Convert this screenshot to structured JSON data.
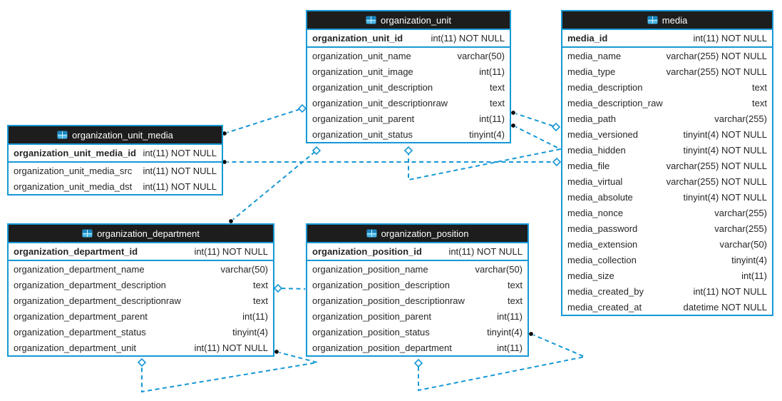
{
  "diagram": {
    "colors": {
      "accent_blue": "#1598d5",
      "header_bg": "#1d1d1d",
      "row_bg": "#ffffff",
      "text": "#262626",
      "endpoint_dot": "#0b0b0b"
    },
    "tables": [
      {
        "id": "organization_unit",
        "title": "organization_unit",
        "primary_key": {
          "name": "organization_unit_id",
          "type": "int(11) NOT NULL"
        },
        "columns": [
          {
            "name": "organization_unit_name",
            "type": "varchar(50)"
          },
          {
            "name": "organization_unit_image",
            "type": "int(11)"
          },
          {
            "name": "organization_unit_description",
            "type": "text"
          },
          {
            "name": "organization_unit_descriptionraw",
            "type": "text"
          },
          {
            "name": "organization_unit_parent",
            "type": "int(11)"
          },
          {
            "name": "organization_unit_status",
            "type": "tinyint(4)"
          }
        ]
      },
      {
        "id": "media",
        "title": "media",
        "primary_key": {
          "name": "media_id",
          "type": "int(11) NOT NULL"
        },
        "columns": [
          {
            "name": "media_name",
            "type": "varchar(255) NOT NULL"
          },
          {
            "name": "media_type",
            "type": "varchar(255) NOT NULL"
          },
          {
            "name": "media_description",
            "type": "text"
          },
          {
            "name": "media_description_raw",
            "type": "text"
          },
          {
            "name": "media_path",
            "type": "varchar(255)"
          },
          {
            "name": "media_versioned",
            "type": "tinyint(4) NOT NULL"
          },
          {
            "name": "media_hidden",
            "type": "tinyint(4) NOT NULL"
          },
          {
            "name": "media_file",
            "type": "varchar(255) NOT NULL"
          },
          {
            "name": "media_virtual",
            "type": "varchar(255) NOT NULL"
          },
          {
            "name": "media_absolute",
            "type": "tinyint(4) NOT NULL"
          },
          {
            "name": "media_nonce",
            "type": "varchar(255)"
          },
          {
            "name": "media_password",
            "type": "varchar(255)"
          },
          {
            "name": "media_extension",
            "type": "varchar(50)"
          },
          {
            "name": "media_collection",
            "type": "tinyint(4)"
          },
          {
            "name": "media_size",
            "type": "int(11)"
          },
          {
            "name": "media_created_by",
            "type": "int(11) NOT NULL"
          },
          {
            "name": "media_created_at",
            "type": "datetime NOT NULL"
          }
        ]
      },
      {
        "id": "organization_unit_media",
        "title": "organization_unit_media",
        "primary_key": {
          "name": "organization_unit_media_id",
          "type": "int(11) NOT NULL"
        },
        "columns": [
          {
            "name": "organization_unit_media_src",
            "type": "int(11) NOT NULL"
          },
          {
            "name": "organization_unit_media_dst",
            "type": "int(11) NOT NULL"
          }
        ]
      },
      {
        "id": "organization_department",
        "title": "organization_department",
        "primary_key": {
          "name": "organization_department_id",
          "type": "int(11) NOT NULL"
        },
        "columns": [
          {
            "name": "organization_department_name",
            "type": "varchar(50)"
          },
          {
            "name": "organization_department_description",
            "type": "text"
          },
          {
            "name": "organization_department_descriptionraw",
            "type": "text"
          },
          {
            "name": "organization_department_parent",
            "type": "int(11)"
          },
          {
            "name": "organization_department_status",
            "type": "tinyint(4)"
          },
          {
            "name": "organization_department_unit",
            "type": "int(11) NOT NULL"
          }
        ]
      },
      {
        "id": "organization_position",
        "title": "organization_position",
        "primary_key": {
          "name": "organization_position_id",
          "type": "int(11) NOT NULL"
        },
        "columns": [
          {
            "name": "organization_position_name",
            "type": "varchar(50)"
          },
          {
            "name": "organization_position_description",
            "type": "text"
          },
          {
            "name": "organization_position_descriptionraw",
            "type": "text"
          },
          {
            "name": "organization_position_parent",
            "type": "int(11)"
          },
          {
            "name": "organization_position_status",
            "type": "tinyint(4)"
          },
          {
            "name": "organization_position_department",
            "type": "int(11)"
          }
        ]
      }
    ],
    "relationships": [
      {
        "id": "r1",
        "from": "organization_unit_media",
        "to": "organization_unit"
      },
      {
        "id": "r2",
        "from": "organization_unit_media",
        "to": "media"
      },
      {
        "id": "r3",
        "from": "organization_department",
        "to": "organization_unit"
      },
      {
        "id": "r4",
        "from": "organization_unit",
        "to": "media"
      },
      {
        "id": "r5",
        "from": "organization_unit",
        "to": "organization_unit"
      },
      {
        "id": "r6",
        "from": "organization_position",
        "to": "organization_department"
      },
      {
        "id": "r7",
        "from": "organization_department",
        "to": "organization_department"
      },
      {
        "id": "r8",
        "from": "organization_position",
        "to": "organization_position"
      }
    ]
  }
}
